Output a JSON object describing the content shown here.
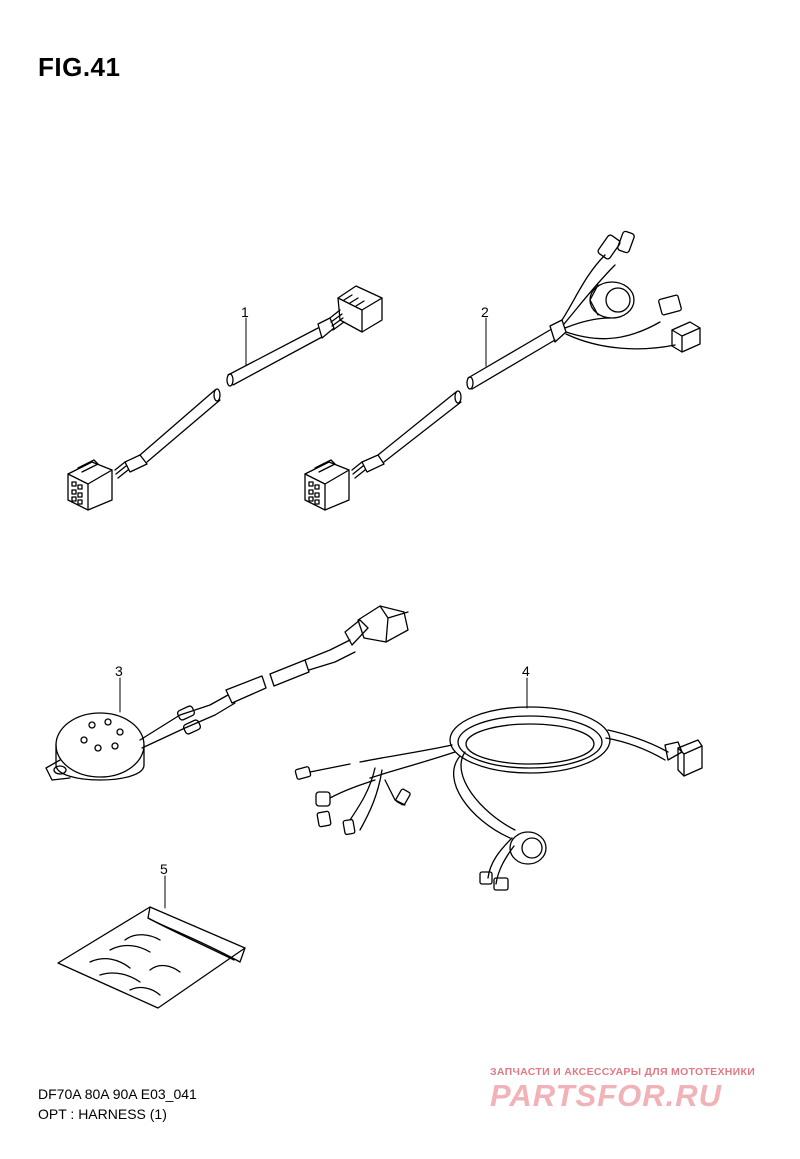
{
  "figure": {
    "title": "FIG.41"
  },
  "callouts": [
    "1",
    "2",
    "3",
    "4",
    "5"
  ],
  "caption": {
    "model_line": "DF70A 80A 90A E03_041",
    "name_line": "OPT : HARNESS (1)"
  },
  "watermark": {
    "tagline": "ЗАПЧАСТИ И АКСЕССУАРЫ ДЛЯ МОТОТЕХНИКИ",
    "logo": "PARTSFOR.RU"
  },
  "colors": {
    "line": "#000000",
    "watermark_text": "#e07a85",
    "watermark_logo": "#f1b2b8"
  }
}
